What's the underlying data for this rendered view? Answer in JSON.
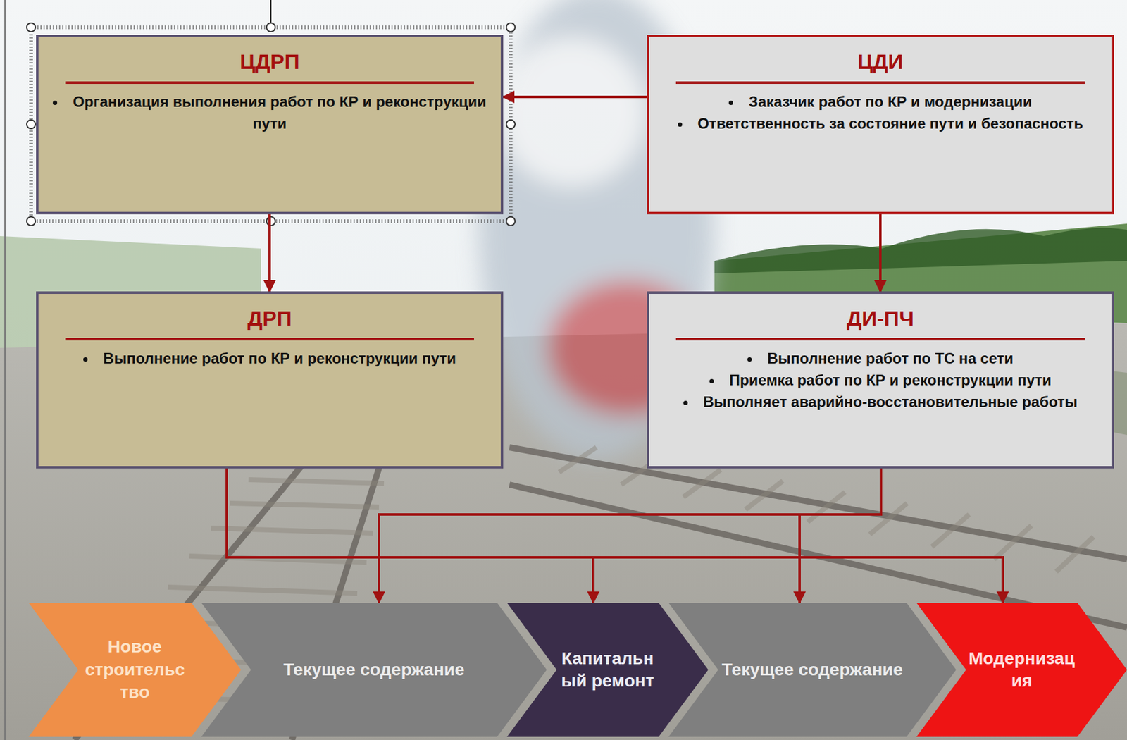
{
  "diagram": {
    "nodes": [
      {
        "text": [
          "ЦДРП",
          "Организация выполнения работ по КР и реконструкции пути"
        ]
      },
      {
        "text": [
          "ЦДИ",
          "Заказчик работ по КР и модернизации",
          "Ответственность за состояние пути и безопасность"
        ]
      },
      {
        "text": [
          "ДРП",
          "Выполнение работ по КР и реконструкции пути"
        ]
      },
      {
        "text": [
          "ДИ-ПЧ",
          "Выполнение работ по ТС на сети",
          "Приемка работ по КР и реконструкции пути",
          "Выполняет аварийно-восстановительные работы"
        ]
      },
      {
        "text": [
          "Новое строительство"
        ]
      },
      {
        "text": [
          "Текущее содержание"
        ]
      },
      {
        "text": [
          "Капитальный ремонт"
        ]
      },
      {
        "text": [
          "Текущее содержание"
        ]
      },
      {
        "text": [
          "Модернизация"
        ]
      }
    ],
    "edges": [
      {
        "from": 1,
        "to": 0,
        "arrow": "to"
      },
      {
        "from": 0,
        "to": 2,
        "arrow": "to"
      },
      {
        "from": 1,
        "to": 3,
        "arrow": "to"
      },
      {
        "from": 2,
        "to": 6,
        "arrow": "to"
      },
      {
        "from": 2,
        "to": 8,
        "arrow": "to"
      },
      {
        "from": 3,
        "to": 5,
        "arrow": "to"
      },
      {
        "from": 3,
        "to": 7,
        "arrow": "to"
      }
    ]
  }
}
